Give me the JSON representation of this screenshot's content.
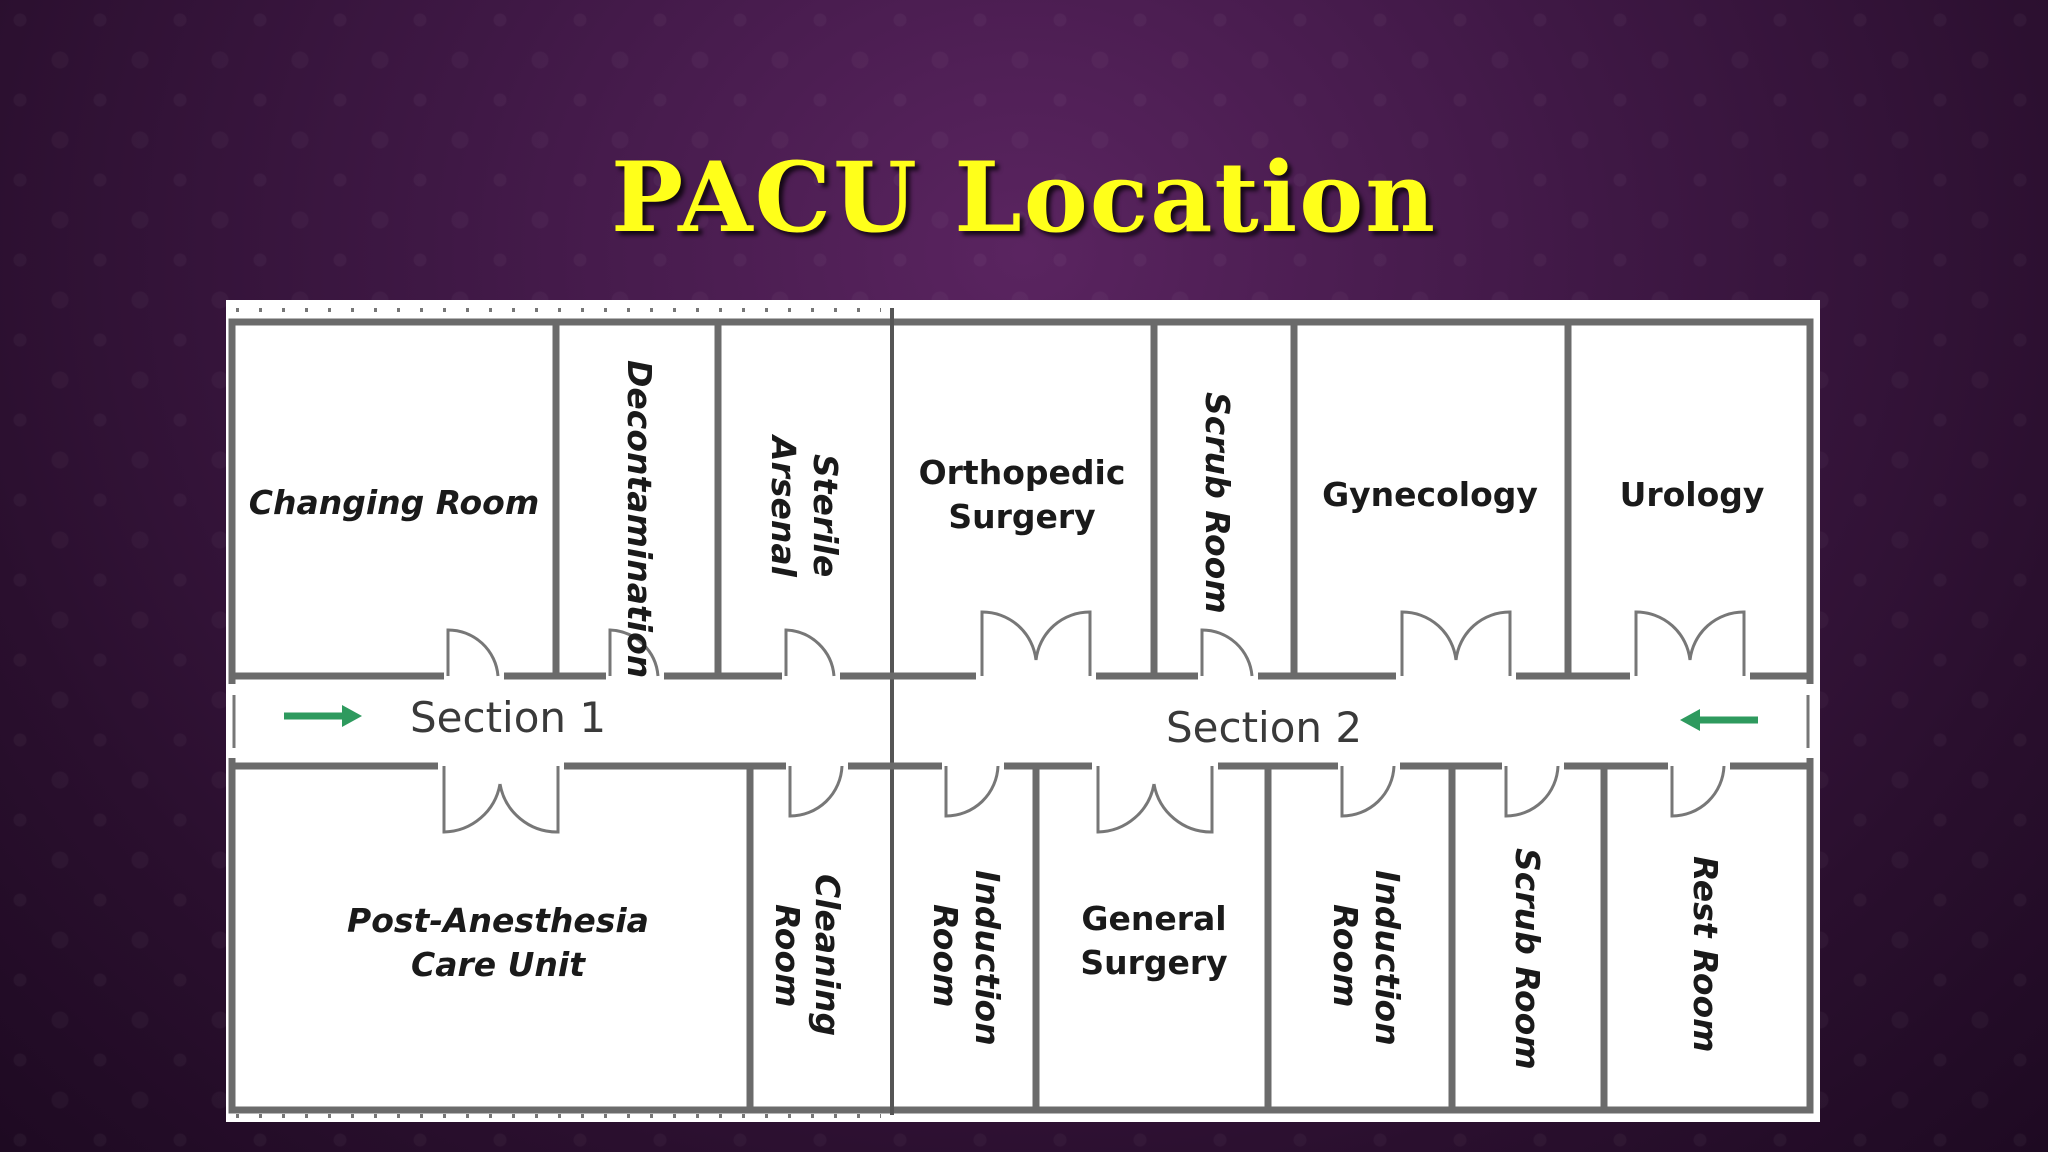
{
  "slide": {
    "title": "PACU Location"
  },
  "floor_plan": {
    "corridors": {
      "section_1": "Section 1",
      "section_2": "Section 2"
    },
    "rooms_top": {
      "changing_room": "Changing Room",
      "decontamination": "Decontamination",
      "sterile_arsenal_line1": "Sterile",
      "sterile_arsenal_line2": "Arsenal",
      "orthopedic_line1": "Orthopedic",
      "orthopedic_line2": "Surgery",
      "scrub_room_top": "Scrub Room",
      "gynecology": "Gynecology",
      "urology": "Urology"
    },
    "rooms_bottom": {
      "pacu_line1": "Post-Anesthesia",
      "pacu_line2": "Care Unit",
      "cleaning_line1": "Cleaning",
      "cleaning_line2": "Room",
      "induction1_line1": "Induction",
      "induction1_line2": "Room",
      "general_line1": "General",
      "general_line2": "Surgery",
      "induction2_line1": "Induction",
      "induction2_line2": "Room",
      "scrub_room_bottom": "Scrub Room",
      "rest_room": "Rest Room"
    },
    "arrow_color": "#2e9a5e"
  }
}
